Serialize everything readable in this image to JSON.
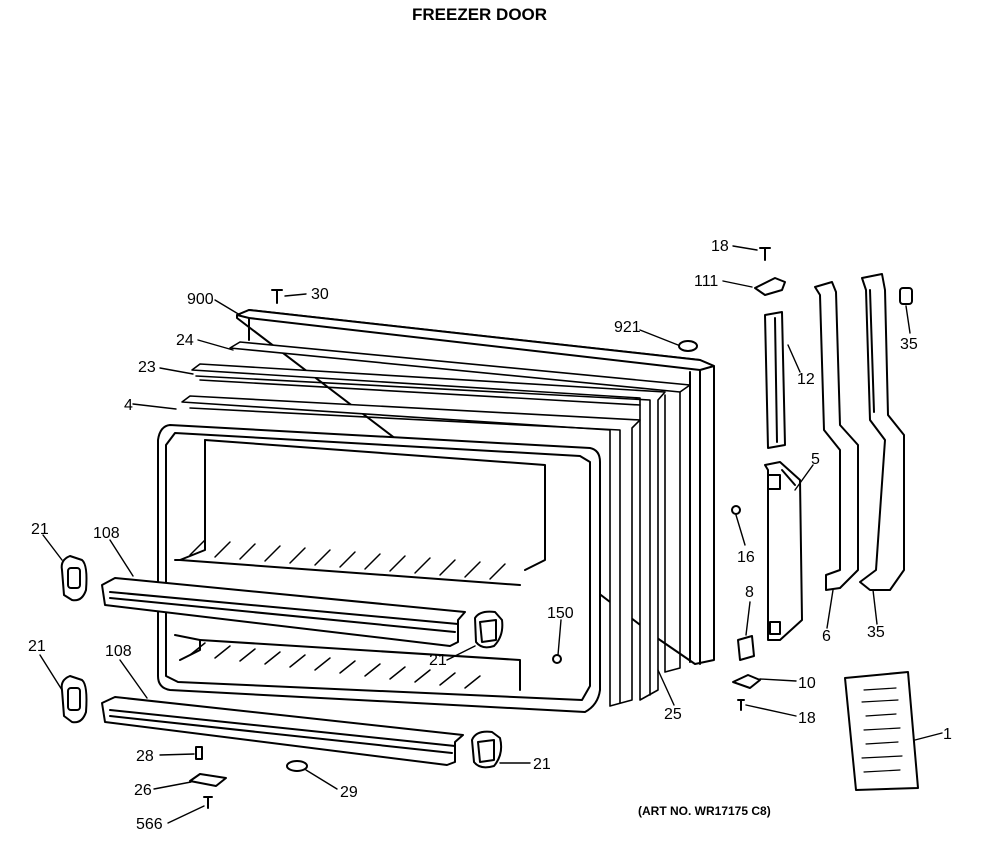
{
  "diagram": {
    "title": "FREEZER DOOR",
    "art_number": "(ART NO. WR17175 C8)",
    "callouts": [
      {
        "id": "c-18-top",
        "text": "18"
      },
      {
        "id": "c-111",
        "text": "111"
      },
      {
        "id": "c-900",
        "text": "900"
      },
      {
        "id": "c-30",
        "text": "30"
      },
      {
        "id": "c-921",
        "text": "921"
      },
      {
        "id": "c-35-top",
        "text": "35"
      },
      {
        "id": "c-24",
        "text": "24"
      },
      {
        "id": "c-12",
        "text": "12"
      },
      {
        "id": "c-23",
        "text": "23"
      },
      {
        "id": "c-4",
        "text": "4"
      },
      {
        "id": "c-5",
        "text": "5"
      },
      {
        "id": "c-21-a",
        "text": "21"
      },
      {
        "id": "c-108-a",
        "text": "108"
      },
      {
        "id": "c-16",
        "text": "16"
      },
      {
        "id": "c-8",
        "text": "8"
      },
      {
        "id": "c-150",
        "text": "150"
      },
      {
        "id": "c-6",
        "text": "6"
      },
      {
        "id": "c-35-bottom",
        "text": "35"
      },
      {
        "id": "c-21-b",
        "text": "21"
      },
      {
        "id": "c-108-b",
        "text": "108"
      },
      {
        "id": "c-21-c",
        "text": "21"
      },
      {
        "id": "c-10",
        "text": "10"
      },
      {
        "id": "c-25",
        "text": "25"
      },
      {
        "id": "c-18-bottom",
        "text": "18"
      },
      {
        "id": "c-1",
        "text": "1"
      },
      {
        "id": "c-28",
        "text": "28"
      },
      {
        "id": "c-21-d",
        "text": "21"
      },
      {
        "id": "c-26",
        "text": "26"
      },
      {
        "id": "c-29",
        "text": "29"
      },
      {
        "id": "c-566",
        "text": "566"
      }
    ]
  },
  "colors": {
    "ink": "#000000",
    "paper": "#ffffff"
  }
}
